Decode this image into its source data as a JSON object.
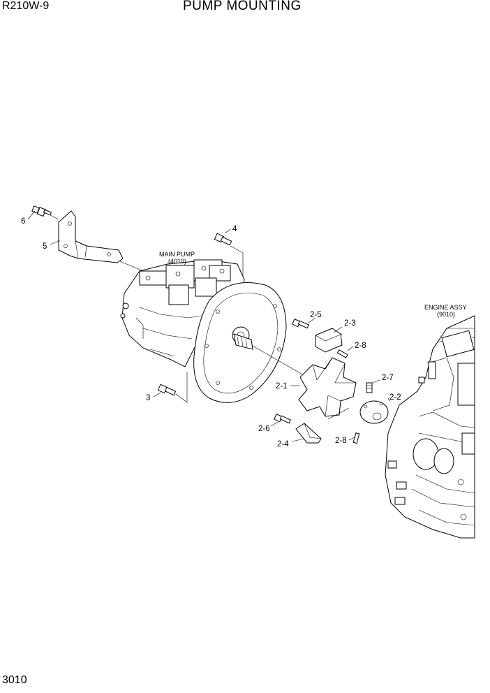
{
  "header": {
    "model": "R210W-9",
    "title": "PUMP MOUNTING"
  },
  "footer": {
    "page_number": "3010"
  },
  "references": {
    "main_pump_name": "MAIN PUMP",
    "main_pump_code": "(4010)",
    "engine_assy_name": "ENGINE ASSY",
    "engine_assy_code": "(9010)"
  },
  "callouts": {
    "c6": "6",
    "c5": "5",
    "c4": "4",
    "c3": "3",
    "c2_5": "2-5",
    "c2_3": "2-3",
    "c2_8a": "2-8",
    "c2_1": "2-1",
    "c2_7": "2-7",
    "c2_2": "2-2",
    "c2_6": "2-6",
    "c2_4": "2-4",
    "c2_8b": "2-8"
  }
}
